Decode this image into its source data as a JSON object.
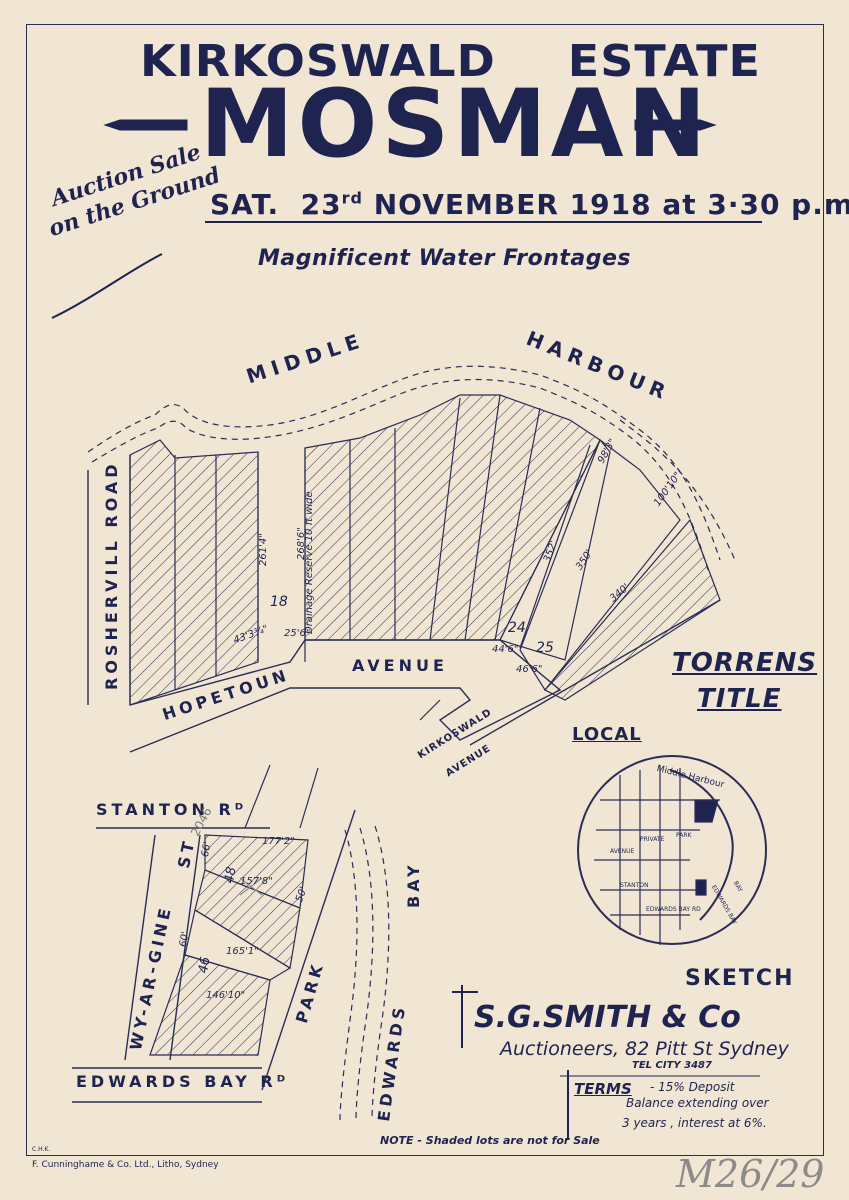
{
  "header": {
    "title_word1": "KIRKOSWALD",
    "title_word2": "ESTATE",
    "suburb": "MOSMAN",
    "sale_day": "SAT.",
    "sale_date_num": "23",
    "sale_date_suffix": "rd",
    "sale_date_rest": "NOVEMBER 1918 at 3·30 p.m.",
    "auction_note": "Auction Sale on the Ground",
    "tagline": "Magnificent Water Frontages"
  },
  "map": {
    "water_labels": [
      "MIDDLE",
      "HARBOUR"
    ],
    "roads": {
      "rosherville": "ROSHERVILL ROAD",
      "hopetoun": "HOPETOUN",
      "avenue": "AVENUE",
      "kirkoswald": "KIRKOSWALD",
      "kirkoswald_avenue": "AVENUE",
      "stanton": "STANTON Rᴰ",
      "wyargine": "WY-AR-GINE",
      "wyargine_st": "ST",
      "park": "PARK",
      "edwards_bay_water": "EDWARDS",
      "edwards_bay_water2": "BAY",
      "edwards_bay_road": "EDWARDS BAY Rᴰ"
    },
    "lot_numbers": [
      "18",
      "24",
      "25",
      "48",
      "46"
    ],
    "dimensions": [
      "261'4\"",
      "268'6\"",
      "Drainage Reserve 10 ft wide",
      "43'3¾\"",
      "25'6\"",
      "352'",
      "350'",
      "98'3\"",
      "100'10\"",
      "340'",
      "44'6\"",
      "46'6\"",
      "177'2\"",
      "157'8\"",
      "165'1\"",
      "146'10\"",
      "50'",
      "66'",
      "60'"
    ],
    "pencil_note": "2046"
  },
  "badges": {
    "torrens_line1": "TORRENS",
    "torrens_line2": "TITLE",
    "local": "LOCAL",
    "sketch": "SKETCH"
  },
  "inset_map": {
    "labels": [
      "Middle Harbour",
      "STANTON",
      "EDWARDS BAY RD",
      "PARK",
      "AVENUE",
      "PRIVATE",
      "BAY",
      "EDWARDS BAY"
    ]
  },
  "agent": {
    "name": "S.G.SMITH & Co",
    "line": "Auctioneers, 82 Pitt St Sydney",
    "tel": "TEL CITY 3487"
  },
  "terms": {
    "label": "TERMS",
    "line1": "- 15% Deposit",
    "line2": "Balance extending over",
    "line3": "3 years , interest at 6%."
  },
  "footer": {
    "note": "NOTE - Shaded lots are not for Sale",
    "printer": "F. Cunninghame & Co. Ltd., Litho, Sydney",
    "initials": "C.H.K.",
    "catalogue_no": "M26/29"
  },
  "colors": {
    "ink": "#1f2350",
    "paper": "#f1e6d3",
    "pencil": "#8d8a8c"
  }
}
